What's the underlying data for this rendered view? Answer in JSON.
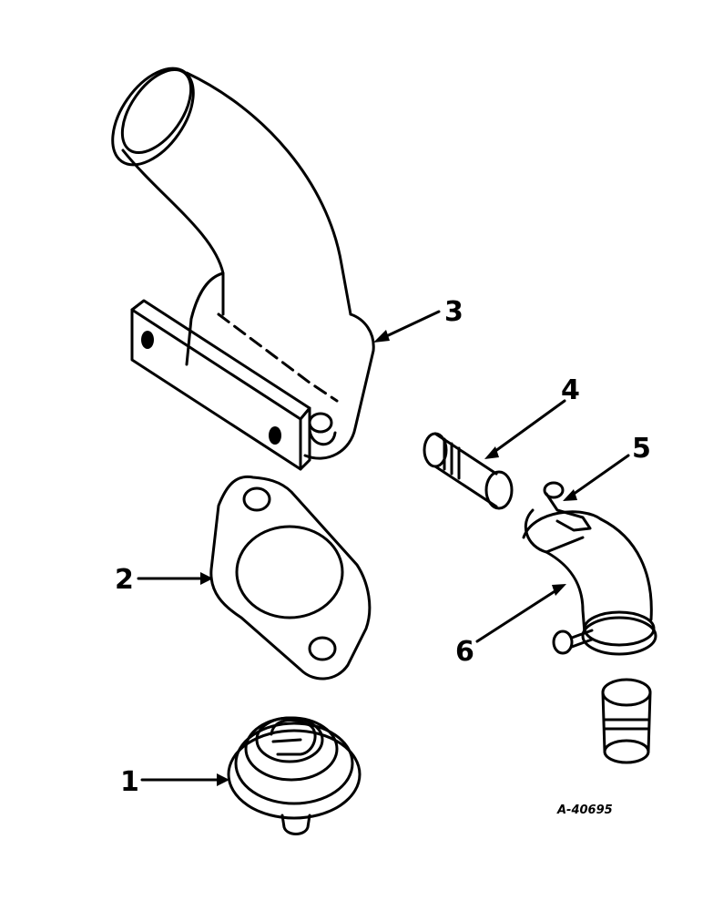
{
  "diagram": {
    "callouts": [
      {
        "label": "1",
        "part": "thermostat"
      },
      {
        "label": "2",
        "part": "gasket"
      },
      {
        "label": "3",
        "part": "water-outlet-elbow"
      },
      {
        "label": "4",
        "part": "nipple"
      },
      {
        "label": "5",
        "part": "hose-clamp"
      },
      {
        "label": "6",
        "part": "hose-elbow"
      }
    ],
    "figure_number": "A-40695"
  }
}
